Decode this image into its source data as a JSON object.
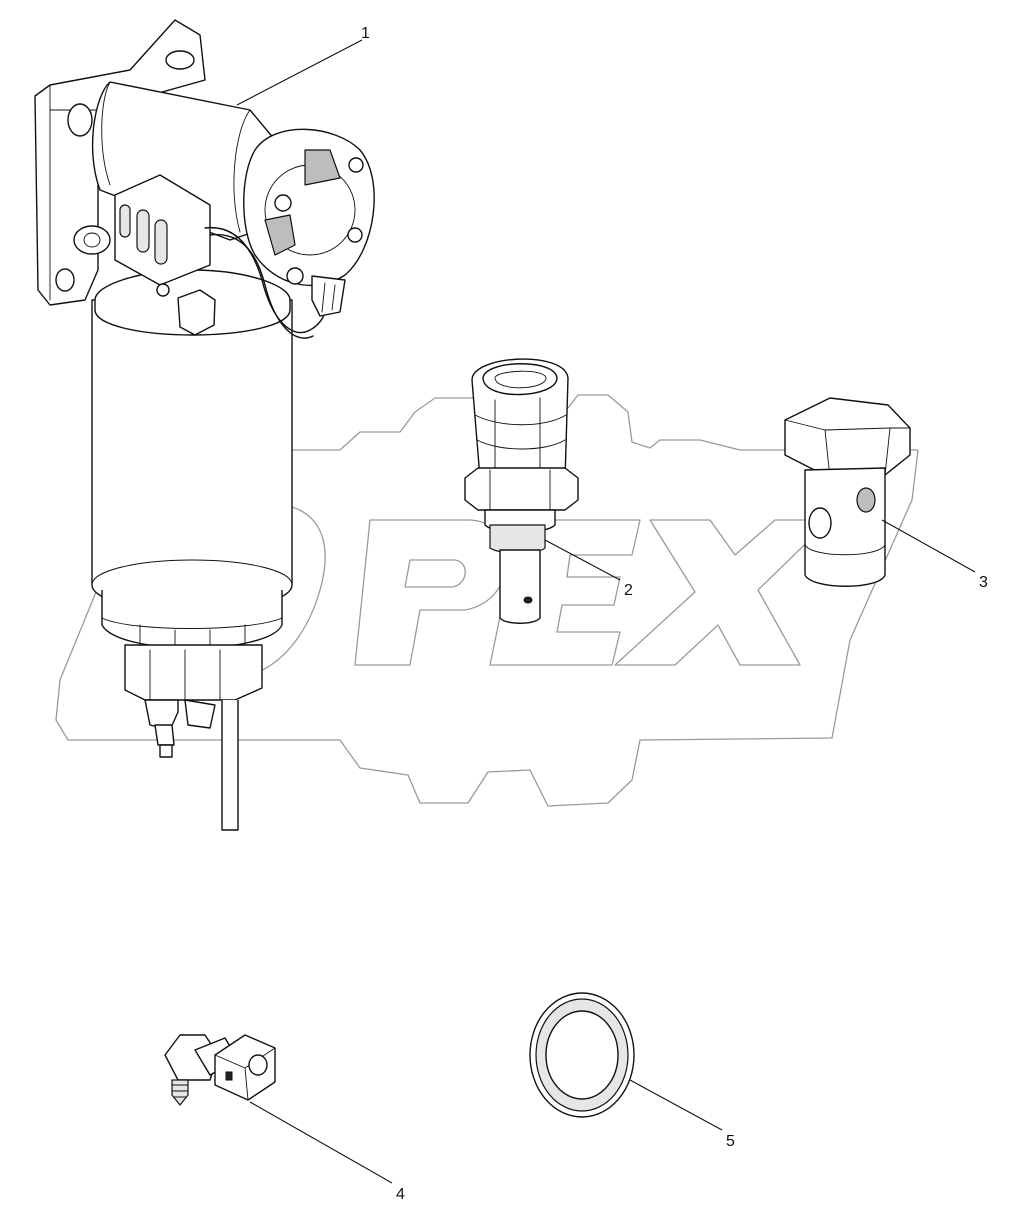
{
  "watermark": {
    "text": "OPEX"
  },
  "corner_code": "",
  "parts": [
    {
      "id": "filter-housing",
      "callout": "1",
      "icon": "fuel-filter-assembly"
    },
    {
      "id": "temperature-sensor",
      "callout": "2",
      "icon": "sensor"
    },
    {
      "id": "banjo-bolt",
      "callout": "3",
      "icon": "hex-bolt"
    },
    {
      "id": "quick-connector",
      "callout": "4",
      "icon": "elbow-connector"
    },
    {
      "id": "sealing-washer",
      "callout": "5",
      "icon": "washer-ring"
    }
  ],
  "colors": {
    "line": "#111111",
    "watermark": "#9a9a9a",
    "background": "#ffffff"
  }
}
